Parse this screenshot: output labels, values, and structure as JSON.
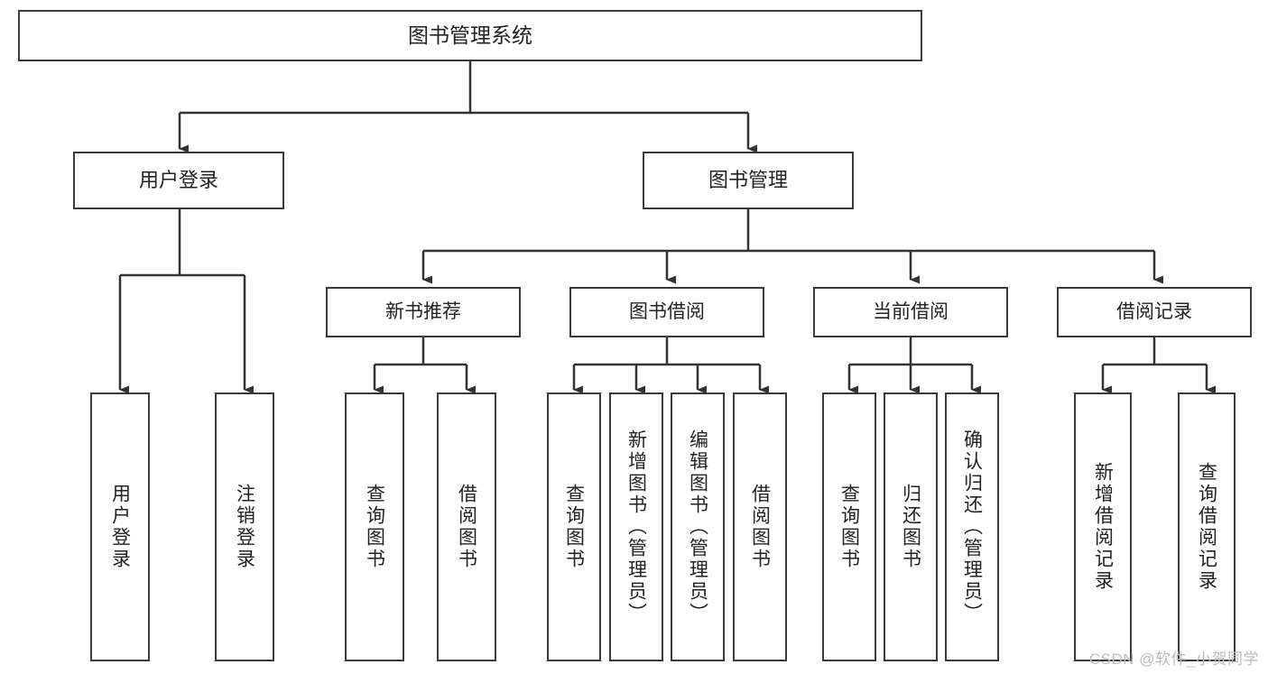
{
  "diagram": {
    "title": "图书管理系统",
    "type": "tree-hierarchy-diagram",
    "watermark": "CSDN @软件_小贺同学",
    "colors": {
      "box_border": "#3a3a3a",
      "box_fill": "#ffffff",
      "connector": "#333333",
      "text": "#222222",
      "watermark": "#bdbdbd",
      "background": "#ffffff"
    },
    "root": {
      "label": "图书管理系统"
    },
    "level1": [
      {
        "label": "用户登录"
      },
      {
        "label": "图书管理"
      }
    ],
    "level2": [
      {
        "label": "新书推荐"
      },
      {
        "label": "图书借阅"
      },
      {
        "label": "当前借阅"
      },
      {
        "label": "借阅记录"
      }
    ],
    "leaves": {
      "user_login": [
        {
          "label": "用户登录"
        },
        {
          "label": "注销登录"
        }
      ],
      "new_book_recommend": [
        {
          "label": "查询图书"
        },
        {
          "label": "借阅图书"
        }
      ],
      "book_borrow": [
        {
          "label": "查询图书"
        },
        {
          "label": "新增图书（管理员）"
        },
        {
          "label": "编辑图书（管理员）"
        },
        {
          "label": "借阅图书"
        }
      ],
      "current_borrow": [
        {
          "label": "查询图书"
        },
        {
          "label": "归还图书"
        },
        {
          "label": "确认归还（管理员）"
        }
      ],
      "borrow_record": [
        {
          "label": "新增借阅记录"
        },
        {
          "label": "查询借阅记录"
        }
      ]
    }
  }
}
